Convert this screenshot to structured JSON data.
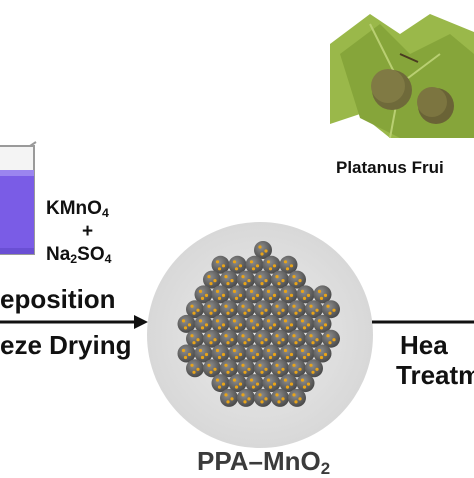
{
  "labels": {
    "fruit_caption": "Platanus Frui",
    "kmno4_main": "KMnO",
    "kmno4_sub": "4",
    "plus": "+",
    "na2so4_a": "Na",
    "na2so4_sub1": "2",
    "na2so4_b": "SO",
    "na2so4_sub2": "4",
    "deposition": "eposition",
    "freeze_drying": "eze Drying",
    "heat_1": "Hea",
    "heat_2": "Treatm",
    "product_main": "PPA–MnO",
    "product_sub": "2"
  },
  "colors": {
    "solution": "#7a5ce6",
    "sphere": "#5a5a5a",
    "dot": "#e8a419",
    "halo": "#dcdcdc",
    "leaf": "#8aa63c",
    "fruit": "#6f6a3a"
  },
  "icons": {
    "beaker": "beaker-icon",
    "photo": "platanus-fruit-photo",
    "arrow": "arrow-right-icon"
  }
}
